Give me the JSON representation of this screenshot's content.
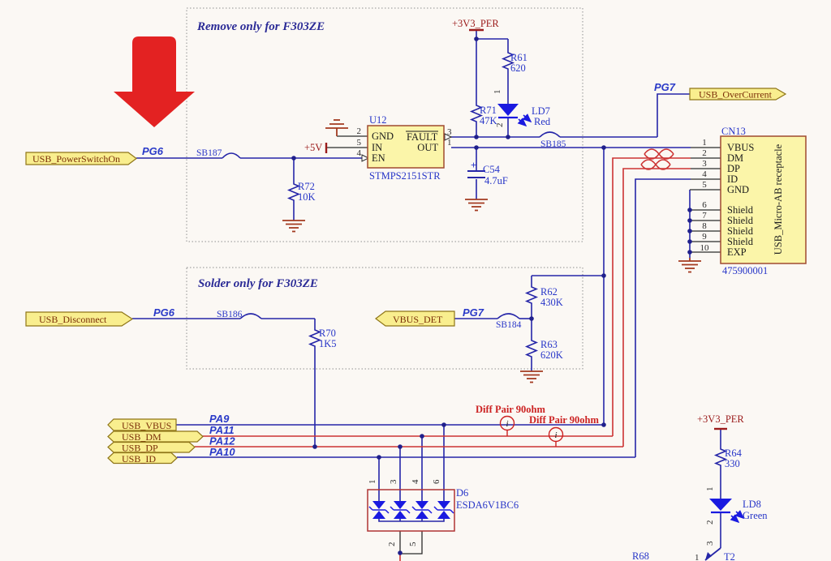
{
  "titles": {
    "remove": "Remove only for F303ZE",
    "solder": "Solder only for F303ZE"
  },
  "ports": {
    "usb_powerswitchon": "USB_PowerSwitchOn",
    "usb_overcurrent": "USB_OverCurrent",
    "usb_disconnect": "USB_Disconnect",
    "vbus_det": "VBUS_DET",
    "usb_vbus": "USB_VBUS",
    "usb_dm": "USB_DM",
    "usb_dp": "USB_DP",
    "usb_id": "USB_ID"
  },
  "net_labels": {
    "pg6_top": "PG6",
    "pg7_top": "PG7",
    "pg6_bottom": "PG6",
    "pg7_bottom": "PG7",
    "pa9": "PA9",
    "pa11": "PA11",
    "pa12": "PA12",
    "pa10": "PA10"
  },
  "power": {
    "v3_top": "+3V3_PER",
    "v5": "+5V",
    "v3_bottom": "+3V3_PER"
  },
  "solder_bridges": {
    "sb187": "SB187",
    "sb185": "SB185",
    "sb186": "SB186",
    "sb184": "SB184"
  },
  "u12": {
    "ref": "U12",
    "part": "STMPS2151STR",
    "pin_gnd": "GND",
    "pin_in": "IN",
    "pin_en": "EN",
    "pin_fault": "FAULT",
    "pin_out": "OUT",
    "num_gnd": "2",
    "num_in": "5",
    "num_en": "4",
    "num_fault": "3",
    "num_out": "1"
  },
  "resistors": {
    "r61_ref": "R61",
    "r61_val": "620",
    "r71_ref": "R71",
    "r71_val": "47K",
    "r72_ref": "R72",
    "r72_val": "10K",
    "r70_ref": "R70",
    "r70_val": "1K5",
    "r62_ref": "R62",
    "r62_val": "430K",
    "r63_ref": "R63",
    "r63_val": "620K",
    "r64_ref": "R64",
    "r64_val": "330",
    "r68_ref": "R68"
  },
  "leds": {
    "ld7_ref": "LD7",
    "ld7_color": "Red",
    "ld7_pin1": "1",
    "ld7_pin2": "2",
    "ld8_ref": "LD8",
    "ld8_color": "Green",
    "ld8_pin1": "1",
    "ld8_pin2": "2",
    "ld8_pin3": "3"
  },
  "c54": {
    "ref": "C54",
    "val": "4.7uF",
    "plus": "+"
  },
  "cn13": {
    "ref": "CN13",
    "part": "475900001",
    "receptacle": "USB_Micro-AB receptacle",
    "pins": [
      {
        "num": "1",
        "name": "VBUS"
      },
      {
        "num": "2",
        "name": "DM"
      },
      {
        "num": "3",
        "name": "DP"
      },
      {
        "num": "4",
        "name": "ID"
      },
      {
        "num": "5",
        "name": "GND"
      },
      {
        "num": "6",
        "name": "Shield"
      },
      {
        "num": "7",
        "name": "Shield"
      },
      {
        "num": "8",
        "name": "Shield"
      },
      {
        "num": "9",
        "name": "Shield"
      },
      {
        "num": "10",
        "name": "EXP"
      }
    ]
  },
  "d6": {
    "ref": "D6",
    "part": "ESDA6V1BC6",
    "top_pins": [
      "1",
      "3",
      "4",
      "6"
    ],
    "bottom_pins": [
      "2",
      "5"
    ]
  },
  "t2": {
    "ref": "T2",
    "pin1": "1"
  },
  "diff_pair": {
    "label_a": "Diff Pair 90ohm",
    "label_b": "Diff Pair 90ohm",
    "info_a": "i",
    "info_b": "i"
  },
  "colors": {
    "wire_blue": "#2626a8",
    "wire_red": "#cc3333",
    "pin_black": "#2b2b2b",
    "component_fill": "#fbf5a9",
    "component_border": "#a04a30",
    "port_fill": "#f9ee8e",
    "port_border": "#8f7618",
    "ground": "#a33a20",
    "power_text": "#9b1b1b",
    "designator_blue": "#2836c8",
    "title_navy": "#2a2a96",
    "arrow_red": "#e32222",
    "led_blue": "#1a1ae0",
    "junction": "#20208c"
  }
}
